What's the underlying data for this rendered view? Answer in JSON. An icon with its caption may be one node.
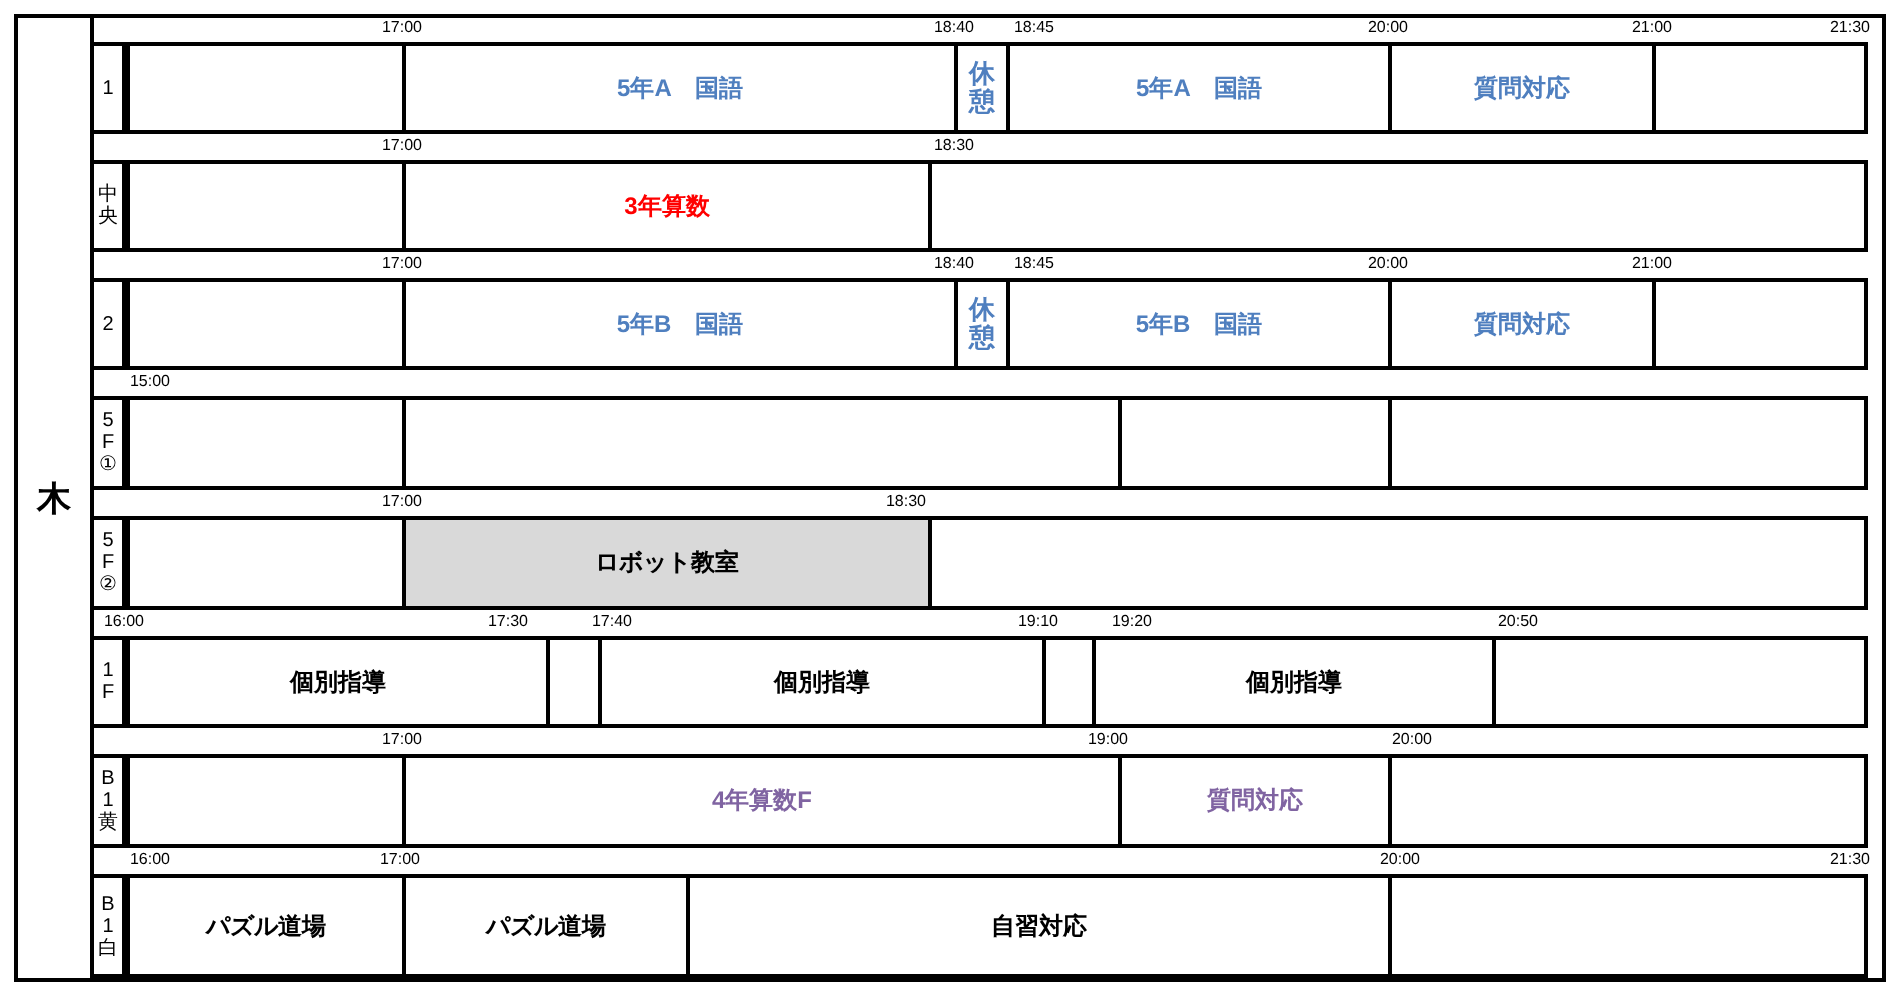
{
  "diagram": {
    "nodes": [
      {
        "text": [
          "木"
        ]
      },
      {
        "text": [
          "1"
        ],
        "beside": [
          "17:00",
          "18:40",
          "18:45",
          "20:00",
          "21:00",
          "21:30"
        ]
      },
      {
        "text": [],
        "shape": "box",
        "in": 1
      },
      {
        "text": [
          "5年A　国語"
        ],
        "in": 1
      },
      {
        "text": [
          "休憩"
        ],
        "in": 1
      },
      {
        "text": [
          "5年A　国語"
        ],
        "in": 1
      },
      {
        "text": [
          "質問対応"
        ],
        "in": 1
      },
      {
        "text": [],
        "shape": "box",
        "in": 1
      },
      {
        "text": [
          "中央"
        ],
        "beside": [
          "17:00",
          "18:30"
        ]
      },
      {
        "text": [],
        "shape": "box",
        "in": 8
      },
      {
        "text": [
          "3年算数"
        ],
        "in": 8
      },
      {
        "text": [],
        "shape": "box",
        "in": 8
      },
      {
        "text": [
          "2"
        ],
        "beside": [
          "17:00",
          "18:40",
          "18:45",
          "20:00",
          "21:00"
        ]
      },
      {
        "text": [],
        "shape": "box",
        "in": 12
      },
      {
        "text": [
          "5年B　国語"
        ],
        "in": 12
      },
      {
        "text": [
          "休憩"
        ],
        "in": 12
      },
      {
        "text": [
          "5年B　国語"
        ],
        "in": 12
      },
      {
        "text": [
          "質問対応"
        ],
        "in": 12
      },
      {
        "text": [],
        "shape": "box",
        "in": 12
      },
      {
        "text": [
          "5F①"
        ],
        "beside": [
          "15:00"
        ]
      },
      {
        "text": [],
        "shape": "box",
        "in": 19
      },
      {
        "text": [],
        "shape": "box",
        "in": 19
      },
      {
        "text": [],
        "shape": "box",
        "in": 19
      },
      {
        "text": [],
        "shape": "box",
        "in": 19
      },
      {
        "text": [
          "5F②"
        ],
        "beside": [
          "17:00",
          "18:30"
        ]
      },
      {
        "text": [],
        "shape": "box",
        "in": 24
      },
      {
        "text": [
          "ロボット教室"
        ],
        "in": 24
      },
      {
        "text": [],
        "shape": "box",
        "in": 24
      },
      {
        "text": [
          "1F"
        ],
        "beside": [
          "16:00",
          "17:30",
          "17:40",
          "19:10",
          "19:20",
          "20:50"
        ]
      },
      {
        "text": [
          "個別指導"
        ],
        "in": 28
      },
      {
        "text": [],
        "shape": "box",
        "in": 28
      },
      {
        "text": [
          "個別指導"
        ],
        "in": 28
      },
      {
        "text": [],
        "shape": "box",
        "in": 28
      },
      {
        "text": [
          "個別指導"
        ],
        "in": 28
      },
      {
        "text": [],
        "shape": "box",
        "in": 28
      },
      {
        "text": [
          "B1黄"
        ],
        "beside": [
          "17:00",
          "19:00",
          "20:00"
        ]
      },
      {
        "text": [],
        "shape": "box",
        "in": 35
      },
      {
        "text": [
          "4年算数F"
        ],
        "in": 35
      },
      {
        "text": [
          "質問対応"
        ],
        "in": 35
      },
      {
        "text": [],
        "shape": "box",
        "in": 35
      },
      {
        "text": [
          "B1白"
        ],
        "beside": [
          "16:00",
          "17:00",
          "20:00",
          "21:30"
        ]
      },
      {
        "text": [
          "パズル道場"
        ],
        "in": 40
      },
      {
        "text": [
          "パズル道場"
        ],
        "in": 40
      },
      {
        "text": [
          "自習対応"
        ],
        "in": 40
      },
      {
        "text": [],
        "shape": "box",
        "in": 40
      }
    ]
  }
}
